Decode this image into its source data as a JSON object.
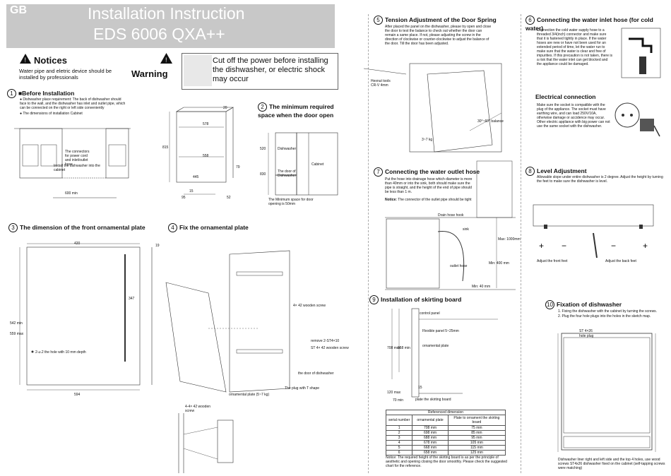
{
  "header": {
    "gb": "GB",
    "title": "Installation Instruction",
    "model": "EDS 6006 QXA++"
  },
  "notices": {
    "title": "Notices",
    "text": "Water pipe and eletric device should be installed by professionals",
    "warning_label": "Warning",
    "warning_text": "Cut off the power before installing the dishwasher, or electric shock may occur"
  },
  "s1": {
    "num": "1",
    "title": "Before Installation",
    "bullets": [
      "Dishwasher place requirement: The back of dishwasher should face to the wall, and the dishwasher has inlet and outlet pipe, which can be connected on the right or left side conveniently",
      "The dimensions of installation Cabinet"
    ],
    "connectors": "The connectors for power cord and inlet/outlet hose",
    "install_note": "Install the dishwasher into the cabinet",
    "width": "600 min",
    "dims": [
      "578",
      "558",
      "815",
      "445",
      "95",
      "52",
      "79",
      "20",
      "15"
    ]
  },
  "s2": {
    "num": "2",
    "title": "The minimum required space when the door open",
    "labels": [
      "Dishwasher",
      "The door of Dishwasher",
      "Cabinet",
      "520",
      "830"
    ],
    "min_space": "The Minimum space for door opening is 50mm"
  },
  "s3": {
    "num": "3",
    "title": "The dimension of the front ornamental plate",
    "d420": "420",
    "d594": "594",
    "d19": "19",
    "d347": "347",
    "d542": "542 min",
    "d559": "559 max",
    "hole": "2-⌀.2 the hole with 10 mm depth"
  },
  "s4": {
    "num": "4",
    "title": "Fix the ornamental plate",
    "screw1": "4× 42 wooden screw",
    "remove": "remove 2-ST4×10",
    "st4": "ST 4× 42 wooden screw",
    "door": "the door of dishwasher",
    "plug": "The plug with T shape",
    "plate": "ornamental plate (5~7 kg)",
    "screw2": "4-4× 42 wooden screw"
  },
  "s5": {
    "num": "5",
    "title": "Tension Adjustment of the Door Spring",
    "text": "After placed the panel on the dishwasher, please try open and close the door to test the balance to check out whether the door can remain a same place. If not, please adjusting the screw in the direction of clockwise or counter-clockwise to adjust the balance of the door. Till the door has been adjusted.",
    "tool": "Hexnut tools CR-V 4mm",
    "weight": "3~7 kg",
    "angle": "30°~60° balance"
  },
  "s6": {
    "num": "6",
    "title": "Connecting the water inlet hose (for cold water)",
    "text": "Connection the cold water supply hose to a threaded 3/4(inch) connector and make sure that it is fastened tightly in place. If the water hoses are new or have not been used for an extended period of time, let the water run to make sure that the water is clear and free of impurities. If this precaution is not taken, there is a risk that the water inlet can get blocked and the appliance could be damaged."
  },
  "elec": {
    "title": "Electrical connection",
    "text": "Make sure the socket is compatible with the plug of the appliance. The socket must have earthing wire, and can load 250V/10A, otherwise damage or accidence may occur. Other electric appliance with big power can not use the same socket with the dishwasher."
  },
  "s7": {
    "num": "7",
    "title": "Connecting the water outlet hose",
    "text": "Put the hose into drainage hose which diameter is more than 40mm or into the sink, both should make sure the pipe is straight, and the height of the end of pipe should be less than 1 m.",
    "notice_label": "Notice:",
    "notice": "The connector of the outlet pipe should be tight",
    "labels": [
      "Drain hose hook",
      "sink",
      "outlet hose",
      "Max: 1000mm",
      "Min: 400 mm",
      "Min: 40 mm"
    ]
  },
  "s8": {
    "num": "8",
    "title": "Level Adjustment",
    "text": "Allowable slope under entire dishwasher is 2 degree. Adjust the height by turning the feet to make sure the dishwasher is level.",
    "front": "Adjust the front feet",
    "back": "Adjust the back feet"
  },
  "s9": {
    "num": "9",
    "title": "Installation of skirting board",
    "labels": [
      "control panel",
      "Flexible panel 5~25mm",
      "ornamental plate",
      "plate the skirting board",
      "708 max",
      "658 min",
      "120 max",
      "70 min",
      "15"
    ],
    "table": {
      "caption": "Referenced dimension",
      "headers": [
        "serial number",
        "ornamental plate",
        "Plate to ornament the skirting board"
      ],
      "rows": [
        [
          "1",
          "708 mm",
          "75 mm"
        ],
        [
          "2",
          "698 mm",
          "85 mm"
        ],
        [
          "3",
          "688 mm",
          "95 mm"
        ],
        [
          "4",
          "678 mm",
          "105 mm"
        ],
        [
          "5",
          "668 mm",
          "115 mm"
        ],
        [
          "6",
          "658 mm",
          "125 mm"
        ]
      ]
    },
    "notice": "Notice: The required height of the skirting board is as per the principle of aesthetic and opening closing the door smoothly. Please check the suggested chart for the reference."
  },
  "s10": {
    "num": "10",
    "title": "Fixation of dishwasher",
    "steps": [
      "1. Fixing the dishwasher with the cabinet by turning the screws.",
      "2. Plug the four hole plugs into the  holes in the sketch map."
    ],
    "st": "ST 4×26",
    "hole": "hole plug",
    "caption": "Dishwasher liner right and left side and the top 4 holes, use wood screws ST4x26 dishwasher fixed on the cabinet (self-tapping screws were matching)"
  }
}
